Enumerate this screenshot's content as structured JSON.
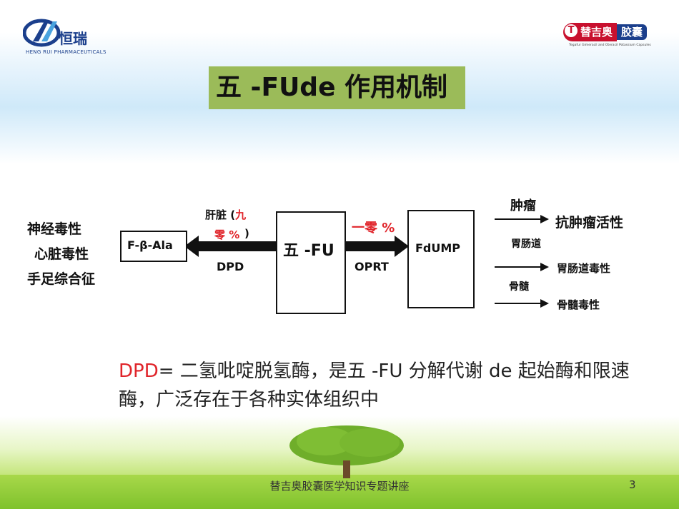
{
  "logo_left": {
    "name_cn": "恒瑞",
    "name_en": "HENG RUI PHARMACEUTICALS"
  },
  "logo_right": {
    "name": "替吉奥",
    "type": "胶囊",
    "sub": "Tegafur Gimeracil and Oteracil Potassium Capsules"
  },
  "title": "五 -FUde 作用机制",
  "diagram": {
    "toxicities": [
      "神经毒性",
      "心脏毒性",
      "手足综合征"
    ],
    "metabolite": "F-β-Ala",
    "liver_prefix": "肝脏 (",
    "liver_pct": "九零 %",
    "liver_suffix": ")",
    "enzyme_left": "DPD",
    "center": "五 -FU",
    "right_pct": "一零 %",
    "enzyme_right": "OPRT",
    "active": "FdUMP",
    "targets": [
      {
        "site": "肿瘤",
        "effect": "抗肿瘤活性"
      },
      {
        "site": "胃肠道",
        "effect": "胃肠道毒性"
      },
      {
        "site": "骨髓",
        "effect": "骨髓毒性"
      }
    ]
  },
  "note": {
    "term": "DPD",
    "text": "= 二氢吡啶脱氢酶，是五 -FU 分解代谢 de 起始酶和限速酶，广泛存在于各种实体组织中"
  },
  "footer": "替吉奥胶囊医学知识专题讲座",
  "page_number": "3",
  "colors": {
    "title_bg": "#9bbb59",
    "accent_red": "#e0242a",
    "brand_blue": "#1b3f8c"
  }
}
